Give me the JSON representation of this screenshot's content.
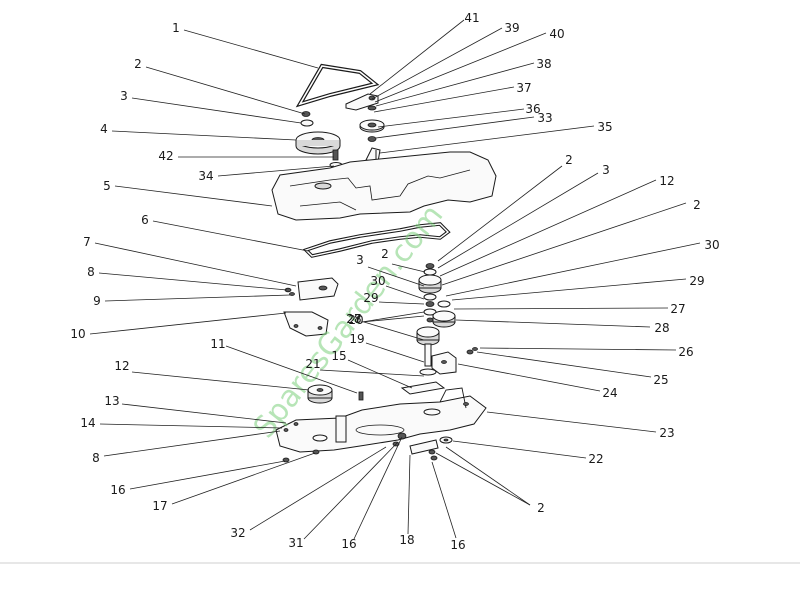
{
  "watermark": "SparesGarden.com",
  "callouts": [
    "1",
    "2",
    "3",
    "4",
    "42",
    "34",
    "5",
    "6",
    "7",
    "8",
    "9",
    "10",
    "11",
    "12",
    "13",
    "14",
    "8",
    "16",
    "17",
    "32",
    "31",
    "16",
    "18",
    "16",
    "2",
    "22",
    "23",
    "24",
    "25",
    "26",
    "28",
    "27",
    "29",
    "30",
    "2",
    "12",
    "3",
    "2",
    "35",
    "33",
    "36",
    "37",
    "38",
    "40",
    "39",
    "41",
    "2",
    "3",
    "30",
    "29",
    "27",
    "28",
    "20",
    "19",
    "15",
    "21"
  ]
}
